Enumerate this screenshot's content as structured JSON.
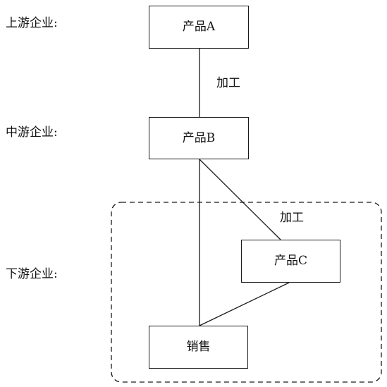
{
  "tiers": {
    "upstream": "上游企业:",
    "midstream": "中游企业:",
    "downstream": "下游企业:"
  },
  "nodes": {
    "product_a": "产品A",
    "product_b": "产品B",
    "product_c": "产品C",
    "sales": "销售"
  },
  "edges": {
    "a_to_b": "加工",
    "b_to_c": "加工"
  }
}
